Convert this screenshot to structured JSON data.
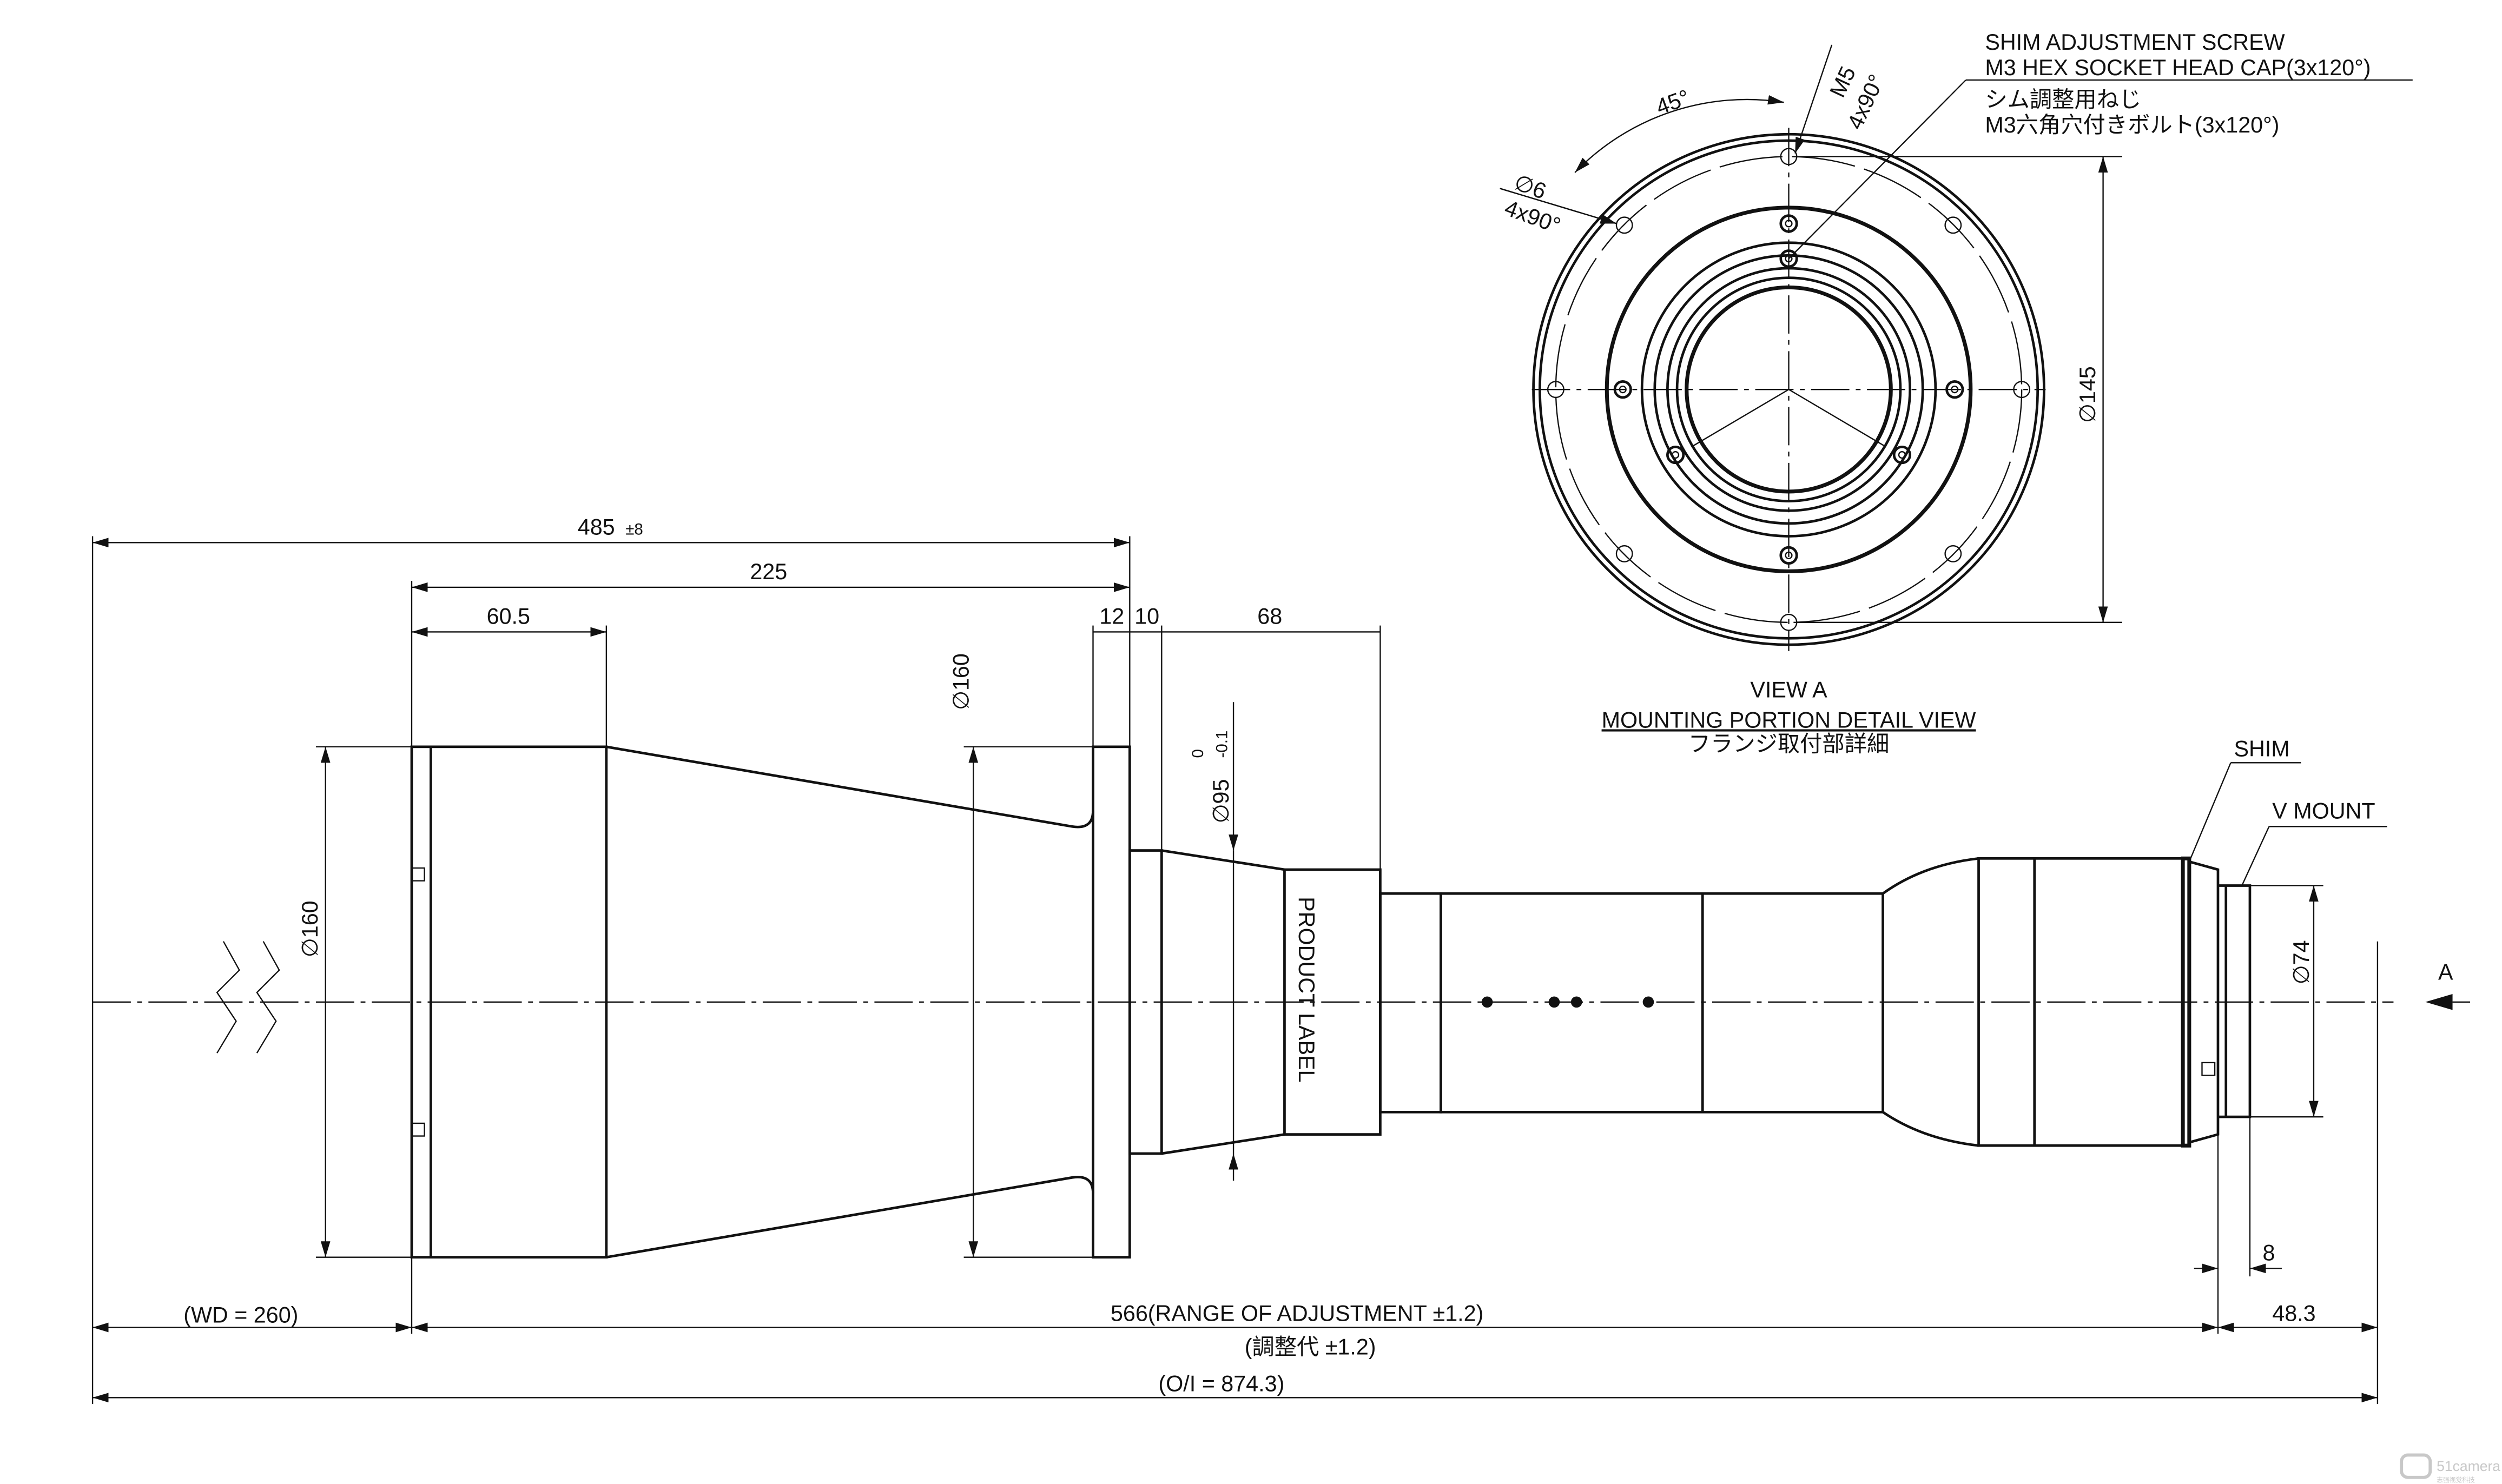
{
  "side_view": {
    "dims_top": {
      "overall": "485",
      "overall_tol": "±8",
      "d225": "225",
      "d60_5": "60.5",
      "d12": "12",
      "d10": "10",
      "d68": "68"
    },
    "diameters": {
      "front": "∅160",
      "flange": "∅160",
      "mid": "∅95",
      "mid_tol_upper": "0",
      "mid_tol_lower": "-0.1",
      "mount": "∅74"
    },
    "product_label": "PRODUCT LABEL",
    "shim_label": "SHIM",
    "vmount_label": "V MOUNT",
    "view_arrow_label": "A",
    "dim_8": "8",
    "dims_bottom": {
      "wd": "WD = 260",
      "range": "566(RANGE OF ADJUSTMENT ±1.2)",
      "range_jp": "(調整代 ±1.2)",
      "back": "48.3",
      "oi": "O/I = 874.3"
    }
  },
  "view_a": {
    "title": "VIEW A",
    "subtitle": "MOUNTING PORTION DETAIL VIEW",
    "subtitle_jp": "フランジ取付部詳細",
    "angle": "45°",
    "m5": "M5",
    "m5_count": "4x90°",
    "hole": "∅6",
    "hole_count": "4x90°",
    "diameter": "∅145",
    "note_line1": "SHIM ADJUSTMENT SCREW",
    "note_line2": "M3 HEX SOCKET HEAD CAP(3x120°)",
    "note_jp1": "シム調整用ねじ",
    "note_jp2": "M3六角穴付きボルト(3x120°)"
  },
  "watermark": {
    "brand": "51camera",
    "brand_cn": "志强视觉科技"
  }
}
